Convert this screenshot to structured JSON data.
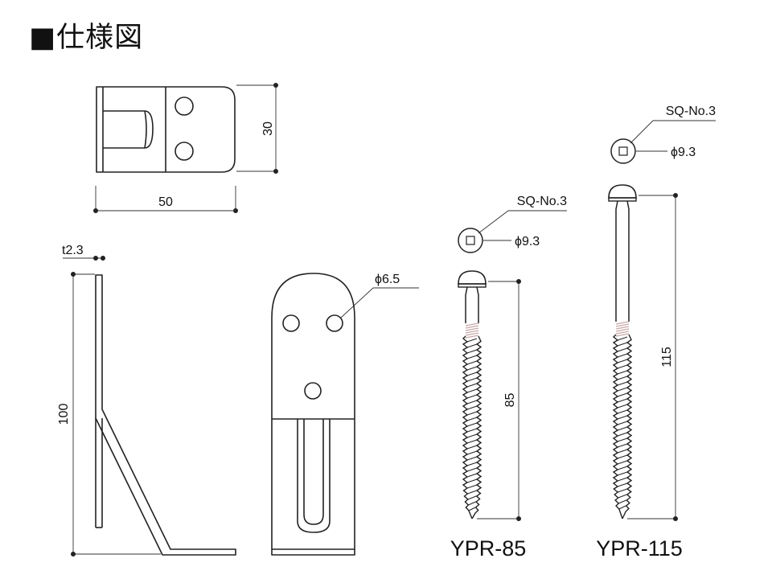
{
  "title": "■仕様図",
  "dimensions": {
    "plate_height": "30",
    "plate_width": "50",
    "thickness": "t2.3",
    "bracket_height": "100",
    "hole_diameter": "ϕ6.5"
  },
  "screws": [
    {
      "model": "YPR-85",
      "length": "85",
      "drive": "SQ-No.3",
      "head_diameter": "ϕ9.3"
    },
    {
      "model": "YPR-115",
      "length": "115",
      "drive": "SQ-No.3",
      "head_diameter": "ϕ9.3"
    }
  ],
  "colors": {
    "line": "#222222",
    "thread_hatch": "#c8a8a8",
    "background": "#ffffff"
  }
}
